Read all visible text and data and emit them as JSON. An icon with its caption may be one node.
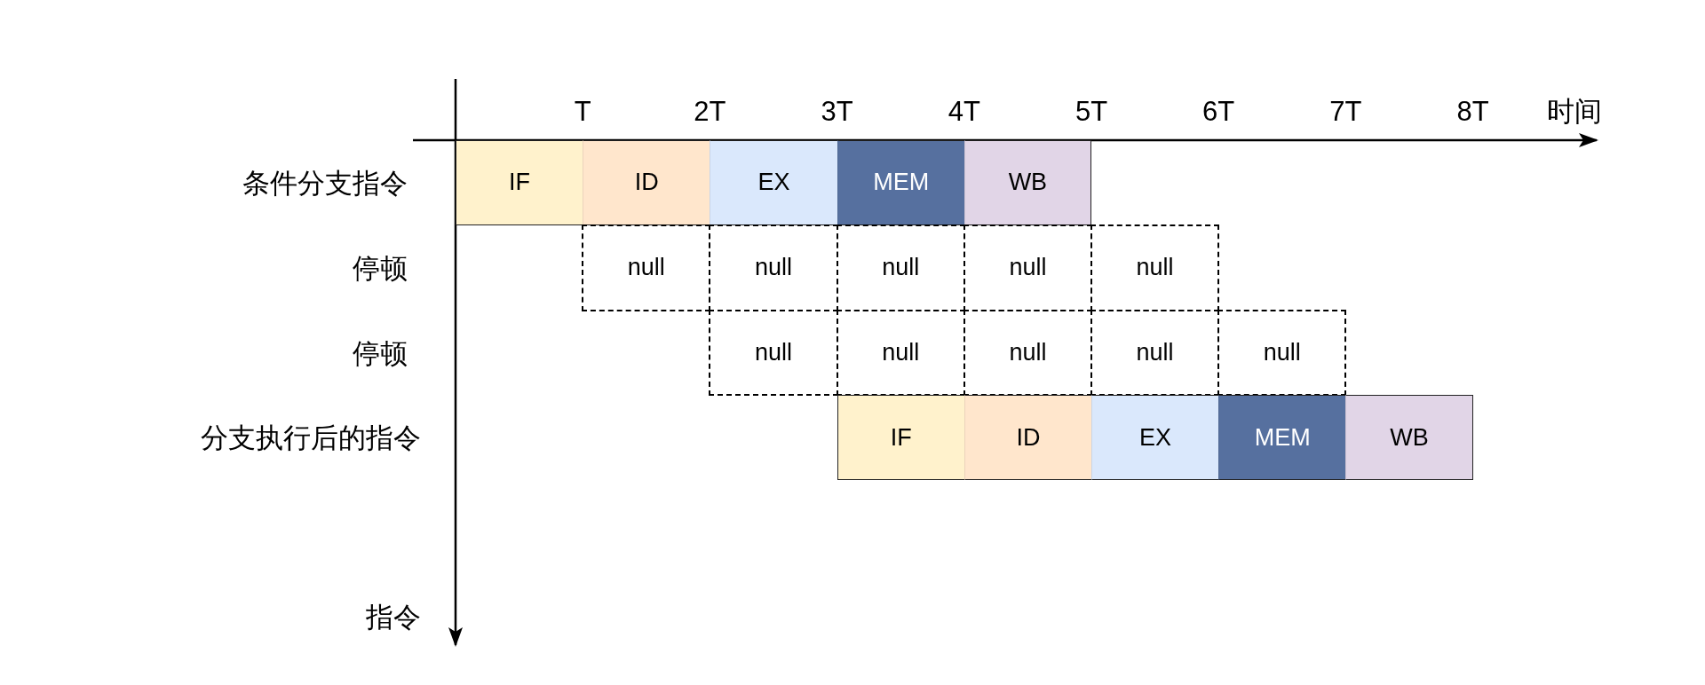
{
  "diagram": {
    "nodes": [
      {
        "text": [
          "IF"
        ]
      },
      {
        "text": [
          "ID"
        ]
      },
      {
        "text": [
          "EX"
        ]
      },
      {
        "text": [
          "MEM"
        ]
      },
      {
        "text": [
          "WB"
        ]
      },
      {
        "text": [
          "null"
        ]
      },
      {
        "text": [
          "null"
        ]
      },
      {
        "text": [
          "null"
        ]
      },
      {
        "text": [
          "null"
        ]
      },
      {
        "text": [
          "null"
        ]
      },
      {
        "text": [
          "null"
        ]
      },
      {
        "text": [
          "null"
        ]
      },
      {
        "text": [
          "null"
        ]
      },
      {
        "text": [
          "null"
        ]
      },
      {
        "text": [
          "null"
        ]
      },
      {
        "text": [
          "IF"
        ]
      },
      {
        "text": [
          "ID"
        ]
      },
      {
        "text": [
          "EX"
        ]
      },
      {
        "text": [
          "MEM"
        ]
      },
      {
        "text": [
          "WB"
        ]
      }
    ],
    "labels": [
      "T",
      "2T",
      "3T",
      "4T",
      "5T",
      "6T",
      "7T",
      "8T",
      "时间",
      "条件分支指令",
      "停顿",
      "停顿",
      "分支执行后的指令",
      "指令"
    ]
  }
}
